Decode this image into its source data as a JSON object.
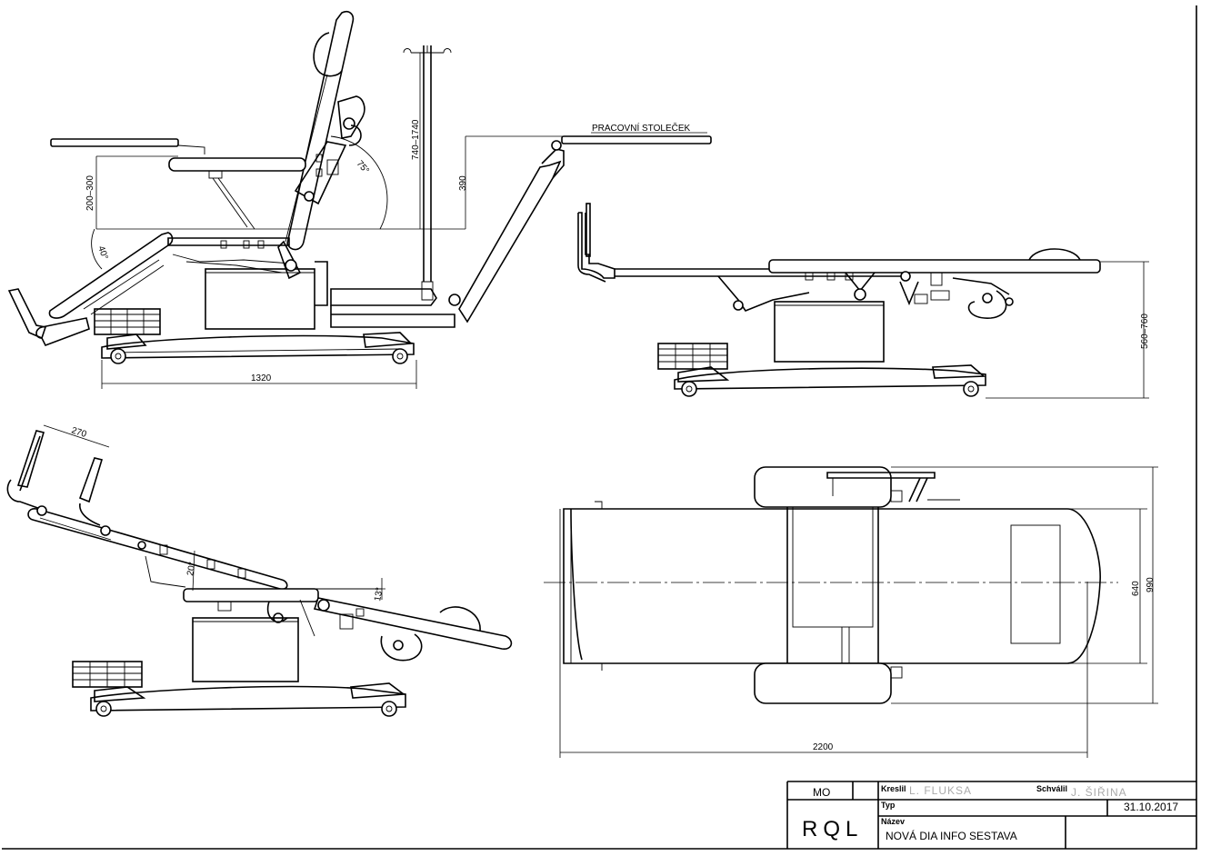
{
  "labels": {
    "work_table": "PRACOVNÍ STOLEČEK"
  },
  "dimensions": {
    "armrest_height": "200–300",
    "angle_40": "40°",
    "angle_75": "75°",
    "iv_pole_height": "740–1740",
    "table_offset": "390",
    "base_length": "1320",
    "bed_height": "560–760",
    "legrest_length": "270",
    "angle_20": "20°",
    "angle_13": "13°",
    "bed_width": "640",
    "overall_width": "990",
    "overall_length": "2200"
  },
  "title_block": {
    "code": "MO",
    "logo": "RQL",
    "drawn_label": "Kreslil",
    "drawn_by": "L. FLUKSA",
    "approved_label": "Schválil",
    "approved_by": "J. ŠIŘINA",
    "type_label": "Typ",
    "date": "31.10.2017",
    "name_label": "Název",
    "name": "NOVÁ DIA INFO SESTAVA"
  }
}
